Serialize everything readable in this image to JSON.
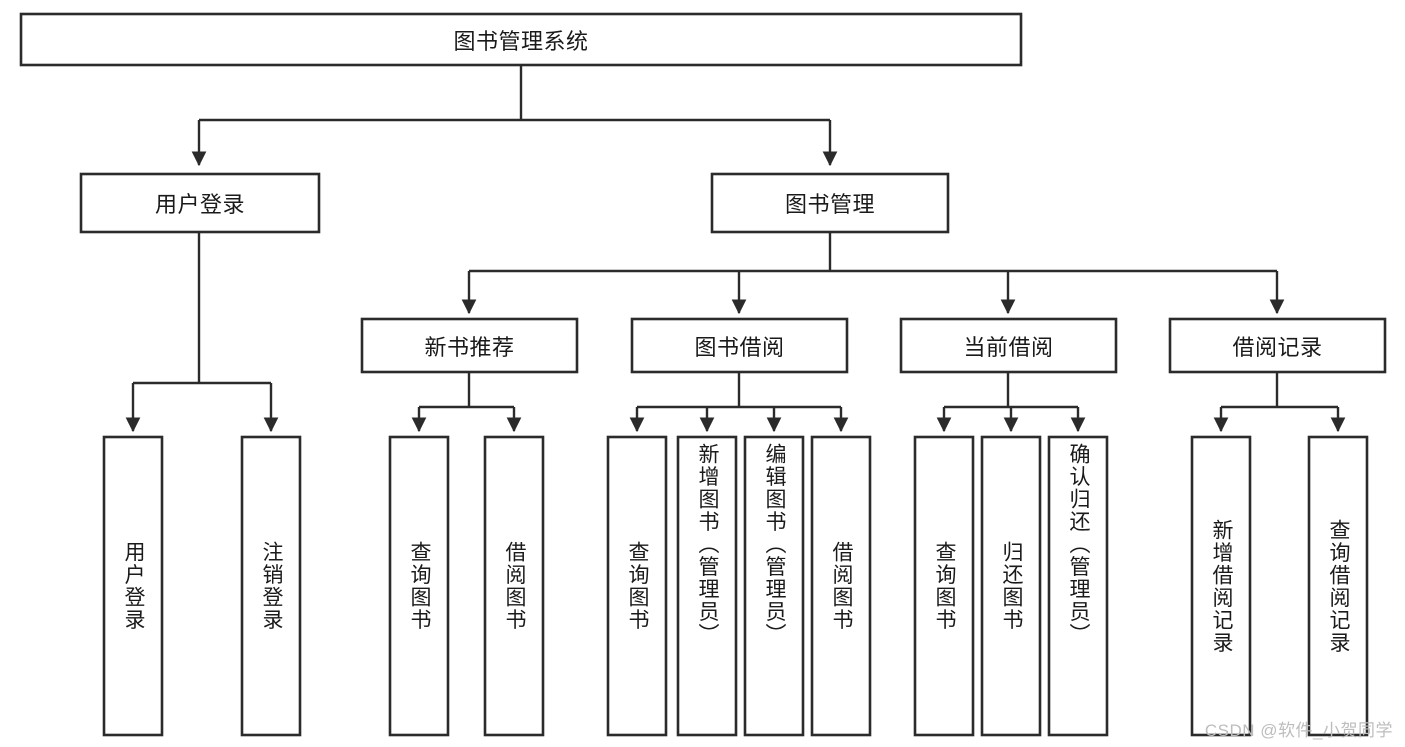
{
  "diagram": {
    "type": "tree",
    "title": "图书管理系统",
    "orientation": "top-down",
    "colors": {
      "box_stroke": "#2b2b2b",
      "box_fill": "#ffffff",
      "connector": "#2b2b2b",
      "text": "#1a1a1a",
      "watermark": "#bdbdbd",
      "background": "#ffffff"
    },
    "root": {
      "label": "图书管理系统",
      "orient": "horizontal"
    },
    "level2": [
      {
        "label": "用户登录",
        "orient": "horizontal"
      },
      {
        "label": "图书管理",
        "orient": "horizontal"
      }
    ],
    "level3": [
      {
        "label": "新书推荐",
        "orient": "horizontal"
      },
      {
        "label": "图书借阅",
        "orient": "horizontal"
      },
      {
        "label": "当前借阅",
        "orient": "horizontal"
      },
      {
        "label": "借阅记录",
        "orient": "horizontal"
      }
    ],
    "leaves": {
      "用户登录": [
        {
          "label": "用户登录",
          "orient": "vertical"
        },
        {
          "label": "注销登录",
          "orient": "vertical"
        }
      ],
      "新书推荐": [
        {
          "label": "查询图书",
          "orient": "vertical"
        },
        {
          "label": "借阅图书",
          "orient": "vertical"
        }
      ],
      "图书借阅": [
        {
          "label": "查询图书",
          "orient": "vertical"
        },
        {
          "label": "新增图书（管理员）",
          "orient": "vertical"
        },
        {
          "label": "编辑图书（管理员）",
          "orient": "vertical"
        },
        {
          "label": "借阅图书",
          "orient": "vertical"
        }
      ],
      "当前借阅": [
        {
          "label": "查询图书",
          "orient": "vertical"
        },
        {
          "label": "归还图书",
          "orient": "vertical"
        },
        {
          "label": "确认归还（管理员）",
          "orient": "vertical"
        }
      ],
      "借阅记录": [
        {
          "label": "新增借阅记录",
          "orient": "vertical"
        },
        {
          "label": "查询借阅记录",
          "orient": "vertical"
        }
      ]
    }
  },
  "nodes": {
    "root": "图书管理系统",
    "n_user_login": "用户登录",
    "n_book_mgmt": "图书管理",
    "n_new_book_rec": "新书推荐",
    "n_book_borrow": "图书借阅",
    "n_current_borrow": "当前借阅",
    "n_borrow_record": "借阅记录",
    "leaf_user_login": "用户登录",
    "leaf_logout": "注销登录",
    "leaf_query_book_a": "查询图书",
    "leaf_borrow_book_a": "借阅图书",
    "leaf_query_book_b": "查询图书",
    "leaf_add_book": "新增图书（管理员）",
    "leaf_edit_book": "编辑图书（管理员）",
    "leaf_borrow_book_b": "借阅图书",
    "leaf_query_book_c": "查询图书",
    "leaf_return_book": "归还图书",
    "leaf_confirm_return": "确认归还（管理员）",
    "leaf_add_record": "新增借阅记录",
    "leaf_query_record": "查询借阅记录"
  },
  "watermark": {
    "text": "CSDN @软件_小贺同学"
  }
}
